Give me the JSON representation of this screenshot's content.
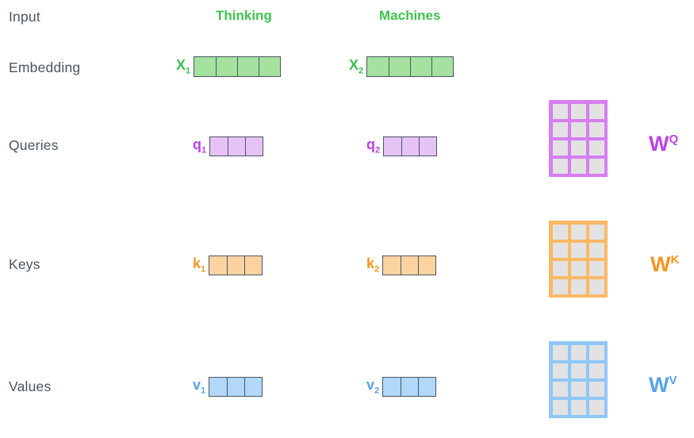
{
  "colors": {
    "text-dark": "#4a5560",
    "border-dark": "#4a5560",
    "green-label": "#3fc24e",
    "green-fill": "#a5e2a0",
    "purple-label": "#bb42e8",
    "purple-fill": "#e6c3f5",
    "purple-matrix": "#d77ef2",
    "orange-label": "#f7941e",
    "orange-fill": "#fbd3a0",
    "orange-matrix": "#fab965",
    "blue-label": "#57a3e8",
    "blue-fill": "#b1d7f9",
    "blue-matrix": "#90c7f8",
    "matrix-cell": "#e2e2e2"
  },
  "input_row": {
    "label": "Input",
    "words": [
      "Thinking",
      "Machines"
    ]
  },
  "rows": [
    {
      "label": "Embedding",
      "color": "green",
      "cells": 4,
      "tokens": [
        {
          "base": "X",
          "sub": "1"
        },
        {
          "base": "X",
          "sub": "2"
        }
      ]
    },
    {
      "label": "Queries",
      "color": "purple",
      "cells": 3,
      "tokens": [
        {
          "base": "q",
          "sub": "1"
        },
        {
          "base": "q",
          "sub": "2"
        }
      ],
      "matrix": {
        "base": "W",
        "sup": "Q",
        "rows": 4,
        "cols": 3
      }
    },
    {
      "label": "Keys",
      "color": "orange",
      "cells": 3,
      "tokens": [
        {
          "base": "k",
          "sub": "1"
        },
        {
          "base": "k",
          "sub": "2"
        }
      ],
      "matrix": {
        "base": "W",
        "sup": "K",
        "rows": 4,
        "cols": 3
      }
    },
    {
      "label": "Values",
      "color": "blue",
      "cells": 3,
      "tokens": [
        {
          "base": "v",
          "sub": "1"
        },
        {
          "base": "v",
          "sub": "2"
        }
      ],
      "matrix": {
        "base": "W",
        "sup": "V",
        "rows": 4,
        "cols": 3
      }
    }
  ]
}
